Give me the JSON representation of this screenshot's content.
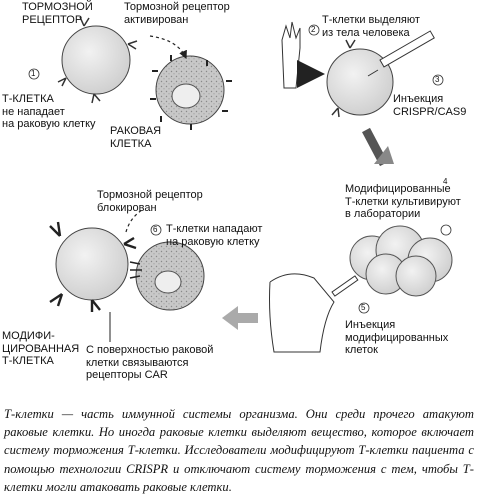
{
  "steps": {
    "s1": {
      "number": "1"
    },
    "s2": {
      "number": "2",
      "text": "Т-клетки выделяют\nиз тела человека"
    },
    "s3": {
      "number": "3",
      "text": "Инъекция\nCRISPR/CAS9"
    },
    "s4": {
      "number": "4",
      "text": "Модифицированные\nТ-клетки культивируют\nв лаборатории"
    },
    "s5": {
      "number": "5",
      "text": "Инъекция\nмодифицированных\nклеток"
    },
    "s6": {
      "number": "6",
      "text": "Т-клетки нападают\nна раковую клетку"
    }
  },
  "labels": {
    "inhibitory_receptor": "ТОРМОЗНОЙ\nРЕЦЕПТОР",
    "receptor_activated": "Тормозной рецептор\nактивирован",
    "t_cell_no_attack": "Т-КЛЕТКА\nне нападает\nна раковую клетку",
    "cancer_cell": "РАКОВАЯ\nКЛЕТКА",
    "receptor_blocked": "Тормозной рецептор\nблокирован",
    "modified_t_cell": "МОДИФИ-\nЦИРОВАННАЯ\nТ-КЛЕТКА",
    "car_receptors": "С поверхностью раковой\nклетки связываются\nрецепторы CAR"
  },
  "caption": "Т-клетки — часть иммунной системы организма. Они среди прочего атакуют раковые клетки. Но иногда раковые клетки выделяют вещество, которое включает систему торможения Т-клетки. Исследователи модифицируют Т-клетки пациента с помощью технологии CRISPR и отключают систему торможения с тем, чтобы Т-клетки могли атаковать раковые клетки."
}
